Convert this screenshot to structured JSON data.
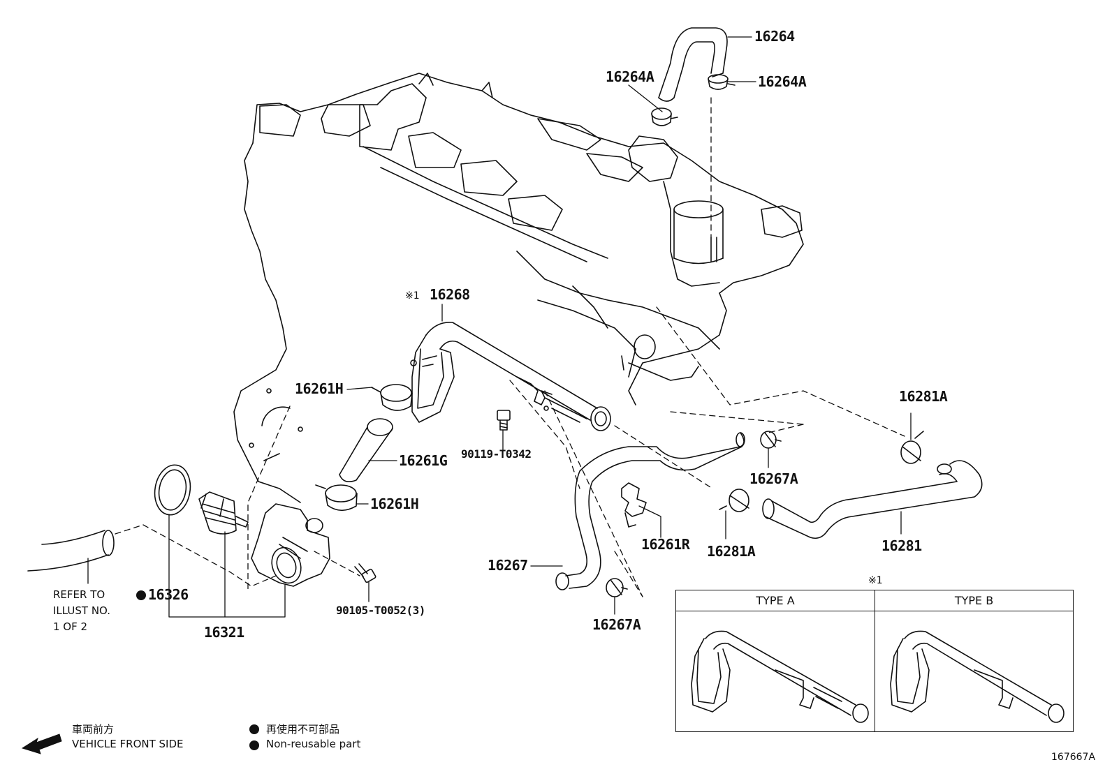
{
  "part_labels": [
    "16264",
    "16264A",
    "16264A",
    "16268",
    "16261H",
    "16261G",
    "16261H",
    "90119-T0342",
    "16267A",
    "16281A",
    "16281A",
    "16281",
    "16261R",
    "16267",
    "16267A",
    "16326",
    "16321",
    "90105-T0052(3)"
  ],
  "marker_symbol": "※1",
  "refer_note": [
    "REFER TO",
    "ILLUST NO.",
    "1 OF 2"
  ],
  "type_table": {
    "marker": "※1",
    "type_a": "TYPE A",
    "type_b": "TYPE B"
  },
  "direction": {
    "jp": "車両前方",
    "en": "VEHICLE FRONT SIDE"
  },
  "legend": {
    "jp": "再使用不可部品",
    "en": "Non-reusable part"
  },
  "figure_id": "167667A"
}
